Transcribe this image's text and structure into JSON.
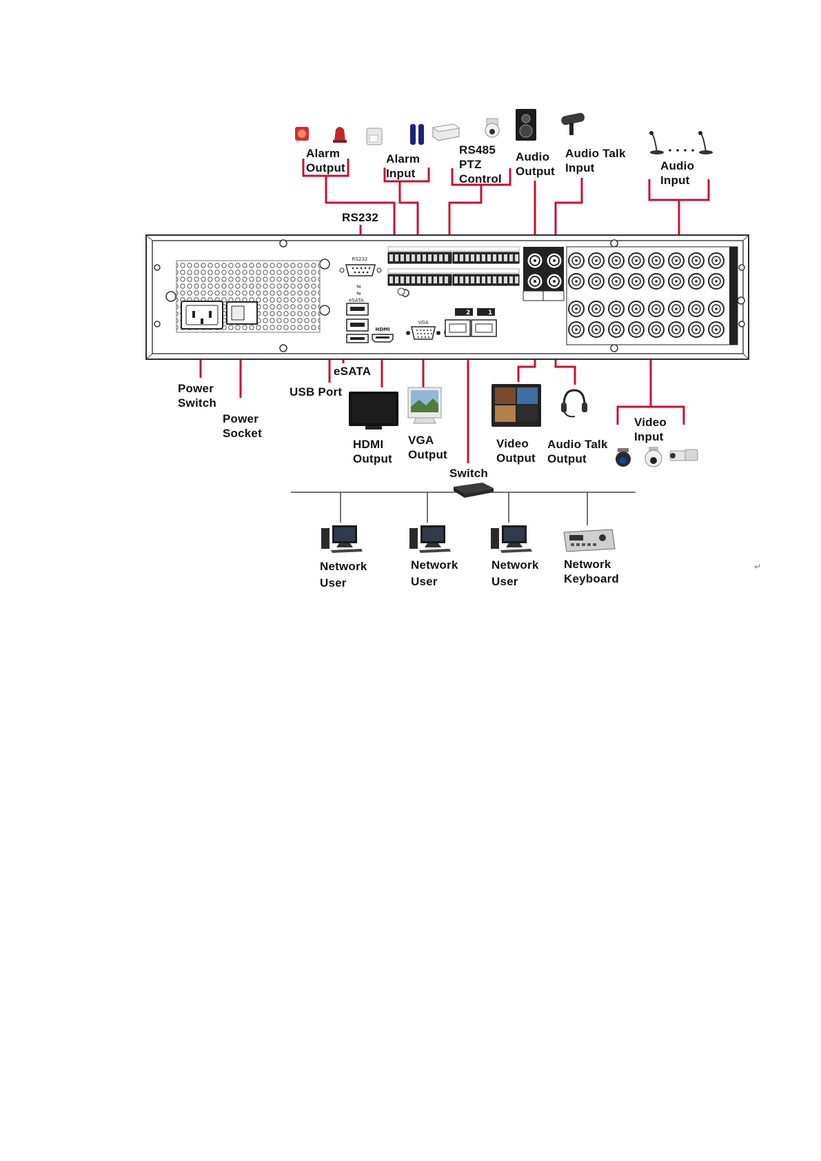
{
  "diagram": {
    "labels": {
      "alarm_output": [
        "Alarm",
        "Output"
      ],
      "alarm_input": [
        "Alarm",
        "Input"
      ],
      "rs485": [
        "RS485",
        "PTZ",
        "Control"
      ],
      "audio_output": [
        "Audio",
        "Output"
      ],
      "audio_talk_input": [
        "Audio Talk",
        "Input"
      ],
      "audio_input": [
        "Audio",
        "Input"
      ],
      "rs232": [
        "RS232"
      ],
      "power_switch": [
        "Power",
        "Switch"
      ],
      "power_socket": [
        "Power",
        "Socket"
      ],
      "esata": [
        "eSATA"
      ],
      "usb_port": [
        "USB Port"
      ],
      "hdmi_output": [
        "HDMI",
        "Output"
      ],
      "vga_output": [
        "VGA",
        "Output"
      ],
      "switch": [
        "Switch"
      ],
      "video_output": [
        "Video",
        "Output"
      ],
      "audio_talk_output": [
        "Audio Talk",
        "Output"
      ],
      "video_input": [
        "Video",
        "Input"
      ],
      "network_user_1": [
        "Network",
        "User"
      ],
      "network_user_2": [
        "Network",
        "User"
      ],
      "network_user_3": [
        "Network",
        "User"
      ],
      "network_keyboard": [
        "Network",
        "Keyboard"
      ]
    },
    "panel_text": {
      "rs232_port": "RS232",
      "vga_port": "VGA",
      "hdmi_port": "HDMI",
      "esata_port": "eSATA",
      "lan_2": "2",
      "lan_1": "1"
    },
    "colors": {
      "connector_line": "#c8102e",
      "panel_outline": "#2b2b2b",
      "panel_fill": "#ffffff"
    }
  }
}
